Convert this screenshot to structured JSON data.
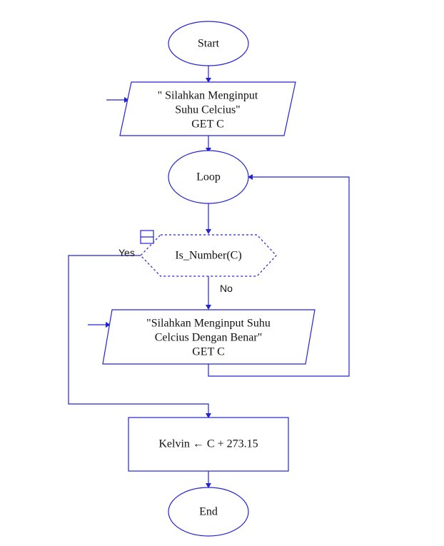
{
  "flowchart": {
    "start": {
      "label": "Start"
    },
    "input1": {
      "lines": [
        "\" Silahkan Menginput",
        "Suhu Celcius\"",
        "GET C"
      ]
    },
    "loop": {
      "label": "Loop"
    },
    "decision": {
      "label": "Is_Number(C)",
      "yes_label": "Yes",
      "no_label": "No"
    },
    "input2": {
      "lines": [
        "\"Silahkan Menginput Suhu",
        "Celcius Dengan Benar\"",
        "GET C"
      ]
    },
    "process": {
      "label": "Kelvin ← C + 273.15"
    },
    "end": {
      "label": "End"
    }
  },
  "colors": {
    "stroke": "#2323d6",
    "text": "#111111",
    "background": "#ffffff"
  }
}
